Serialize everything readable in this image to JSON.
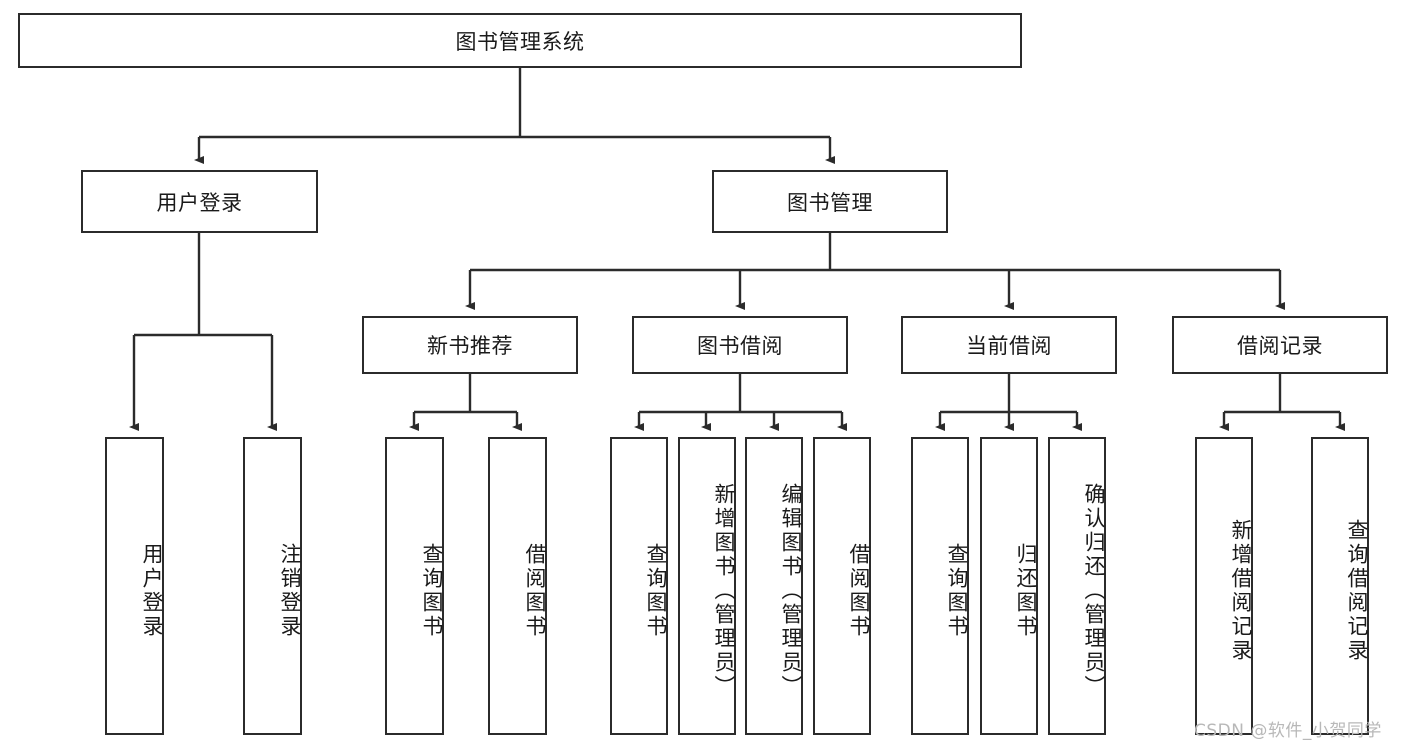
{
  "diagram": {
    "title": "图书管理系统",
    "type": "tree-hierarchy-diagram",
    "colors": {
      "background": "#ffffff",
      "box_border": "#2b2b2b",
      "box_fill": "#ffffff",
      "connector": "#2b2b2b",
      "watermark": "#b8b8b8"
    },
    "root": {
      "label": "图书管理系统"
    },
    "level2": [
      {
        "label": "用户登录"
      },
      {
        "label": "图书管理"
      }
    ],
    "level3": [
      {
        "label": "新书推荐"
      },
      {
        "label": "图书借阅"
      },
      {
        "label": "当前借阅"
      },
      {
        "label": "借阅记录"
      }
    ],
    "leaves": {
      "user_login": [
        {
          "label": "用户登录"
        },
        {
          "label": "注销登录"
        }
      ],
      "new_book_recommend": [
        {
          "label": "查询图书"
        },
        {
          "label": "借阅图书"
        }
      ],
      "book_borrow": [
        {
          "label": "查询图书"
        },
        {
          "label": "新增图书（管理员）"
        },
        {
          "label": "编辑图书（管理员）"
        },
        {
          "label": "借阅图书"
        }
      ],
      "current_borrow": [
        {
          "label": "查询图书"
        },
        {
          "label": "归还图书"
        },
        {
          "label": "确认归还（管理员）"
        }
      ],
      "borrow_record": [
        {
          "label": "新增借阅记录"
        },
        {
          "label": "查询借阅记录"
        }
      ]
    }
  },
  "watermark": {
    "text": "CSDN @软件_小贺同学"
  }
}
